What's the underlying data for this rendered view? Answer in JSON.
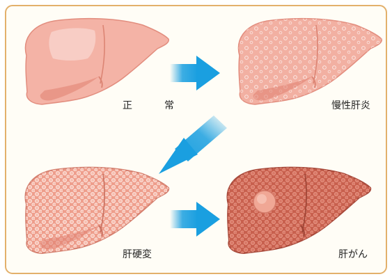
{
  "stages": [
    {
      "id": "normal",
      "label": "正　常"
    },
    {
      "id": "chronic",
      "label": "慢性肝炎"
    },
    {
      "id": "cirrhosis",
      "label": "肝硬変"
    },
    {
      "id": "cancer",
      "label": "肝がん"
    }
  ],
  "colors": {
    "frame_border": "#e3b06b",
    "frame_bg": "#fffdf6",
    "arrow": "#1a9fe0",
    "liver_normal": "#f4b3a6",
    "liver_chronic": "#f2b0a2",
    "liver_cirrhosis": "#ee9e8c",
    "liver_cancer": "#c8604e"
  }
}
